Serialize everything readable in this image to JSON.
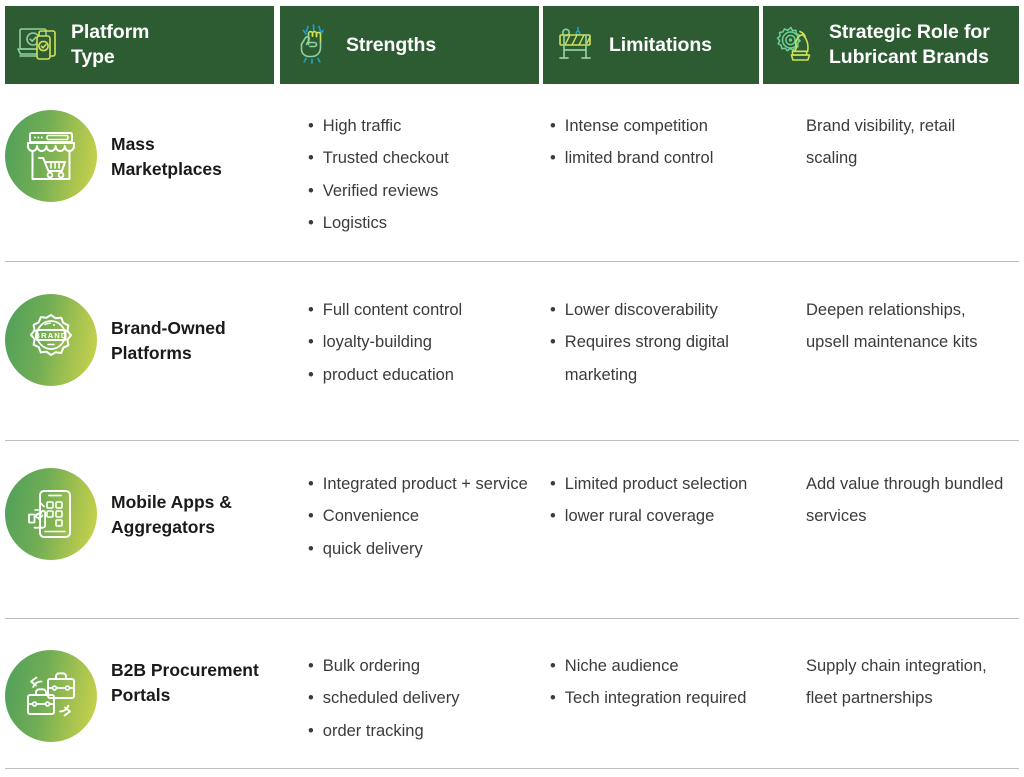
{
  "table": {
    "headers": [
      {
        "label": "Platform Type",
        "icon": "devices-check-icon"
      },
      {
        "label": "Strengths",
        "icon": "strong-fist-icon"
      },
      {
        "label": "Limitations",
        "icon": "road-barrier-icon"
      },
      {
        "label": "Strategic Role  for Lubricant Brands",
        "icon": "gear-target-knight-icon"
      }
    ],
    "header_bg": "#2d5c33",
    "header_text_color": "#ffffff",
    "badge_gradient_from": "#4e9f5b",
    "badge_gradient_to": "#cdd44b",
    "divider_color": "#b9bcc0",
    "rows": [
      {
        "platform": "Mass Marketplaces",
        "icon": "storefront-cart-icon",
        "strengths": [
          "High traffic",
          "Trusted checkout",
          "Verified reviews",
          "Logistics"
        ],
        "limitations": [
          "Intense competition",
          "limited brand control"
        ],
        "strategic_role": "Brand visibility, retail scaling"
      },
      {
        "platform": "Brand-Owned Platforms",
        "icon": "brand-badge-icon",
        "strengths": [
          "Full content control",
          "loyalty-building",
          "product education"
        ],
        "limitations": [
          "Lower discoverability",
          "Requires strong digital marketing"
        ],
        "strategic_role": "Deepen relationships, upsell maintenance kits"
      },
      {
        "platform": "Mobile Apps & Aggregators",
        "icon": "mobile-app-tap-icon",
        "strengths": [
          "Integrated product + service",
          "Convenience",
          "quick delivery"
        ],
        "limitations": [
          "Limited product selection",
          "lower rural coverage"
        ],
        "strategic_role": "Add value through bundled services"
      },
      {
        "platform": "B2B Procurement Portals",
        "icon": "briefcase-exchange-icon",
        "strengths": [
          "Bulk ordering",
          "scheduled delivery",
          "order tracking"
        ],
        "limitations": [
          "Niche audience",
          "Tech integration required"
        ],
        "strategic_role": "Supply chain integration, fleet partnerships"
      }
    ],
    "bullet_glyph": "•"
  }
}
